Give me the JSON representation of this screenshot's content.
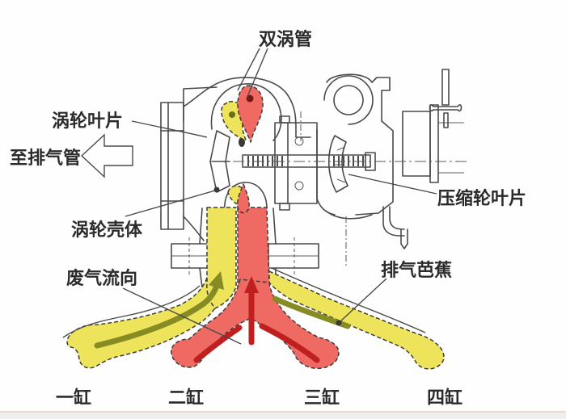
{
  "diagram": {
    "labels": {
      "twin_scroll": "双涡管",
      "turbine_blades": "涡轮叶片",
      "to_exhaust_pipe": "至排气管",
      "turbine_housing": "涡轮壳体",
      "compressor_blades": "压缩轮叶片",
      "exhaust_gas_flow": "废气流向",
      "exhaust_manifold": "排气芭蕉"
    },
    "cylinder_labels": [
      "一缸",
      "二缸",
      "三缸",
      "四缸"
    ],
    "colors": {
      "scroll_a_fill": "#EDE45C",
      "scroll_a_arrow": "#878B24",
      "scroll_b_fill": "#EE6A62",
      "scroll_b_arrow": "#BF1F1F",
      "line_art": "#4A4A4A",
      "text": "#2B2B2B",
      "background": "#FFFFFF"
    }
  }
}
